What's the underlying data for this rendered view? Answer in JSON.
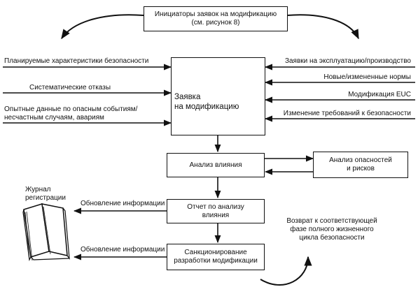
{
  "initiators": {
    "line1": "Инициаторы заявок на модификацию",
    "line2": "(см. рисунок 8)"
  },
  "main_box": {
    "line1": "Заявка",
    "line2": "на модификацию"
  },
  "inputs_left": {
    "l1": "Планируемые характеристики безопасности",
    "l2": "Систематические отказы",
    "l3_line1": "Опытные данные по опасным событиям/",
    "l3_line2": "несчастным случаям, авариям"
  },
  "inputs_right": {
    "r1": "Заявки на эксплуатацию/производство",
    "r2": "Новые/измененные нормы",
    "r3": "Модификация EUC",
    "r4": "Изменение требований к безопасности"
  },
  "impact_box": {
    "label": "Анализ влияния"
  },
  "hazard_box": {
    "line1": "Анализ опасностей",
    "line2": "и рисков"
  },
  "report_box": {
    "line1": "Отчет по анализу",
    "line2": "влияния"
  },
  "sanction_box": {
    "line1": "Санкционирование",
    "line2": "разработки модификации"
  },
  "log": {
    "line1": "Журнал",
    "line2": "регистрации"
  },
  "updates": {
    "u1": "Обновление информации",
    "u2": "Обновление информации"
  },
  "return_note": {
    "line1": "Возврат к соответствующей",
    "line2": "фазе полного жизненного",
    "line3": "цикла безопасности"
  }
}
